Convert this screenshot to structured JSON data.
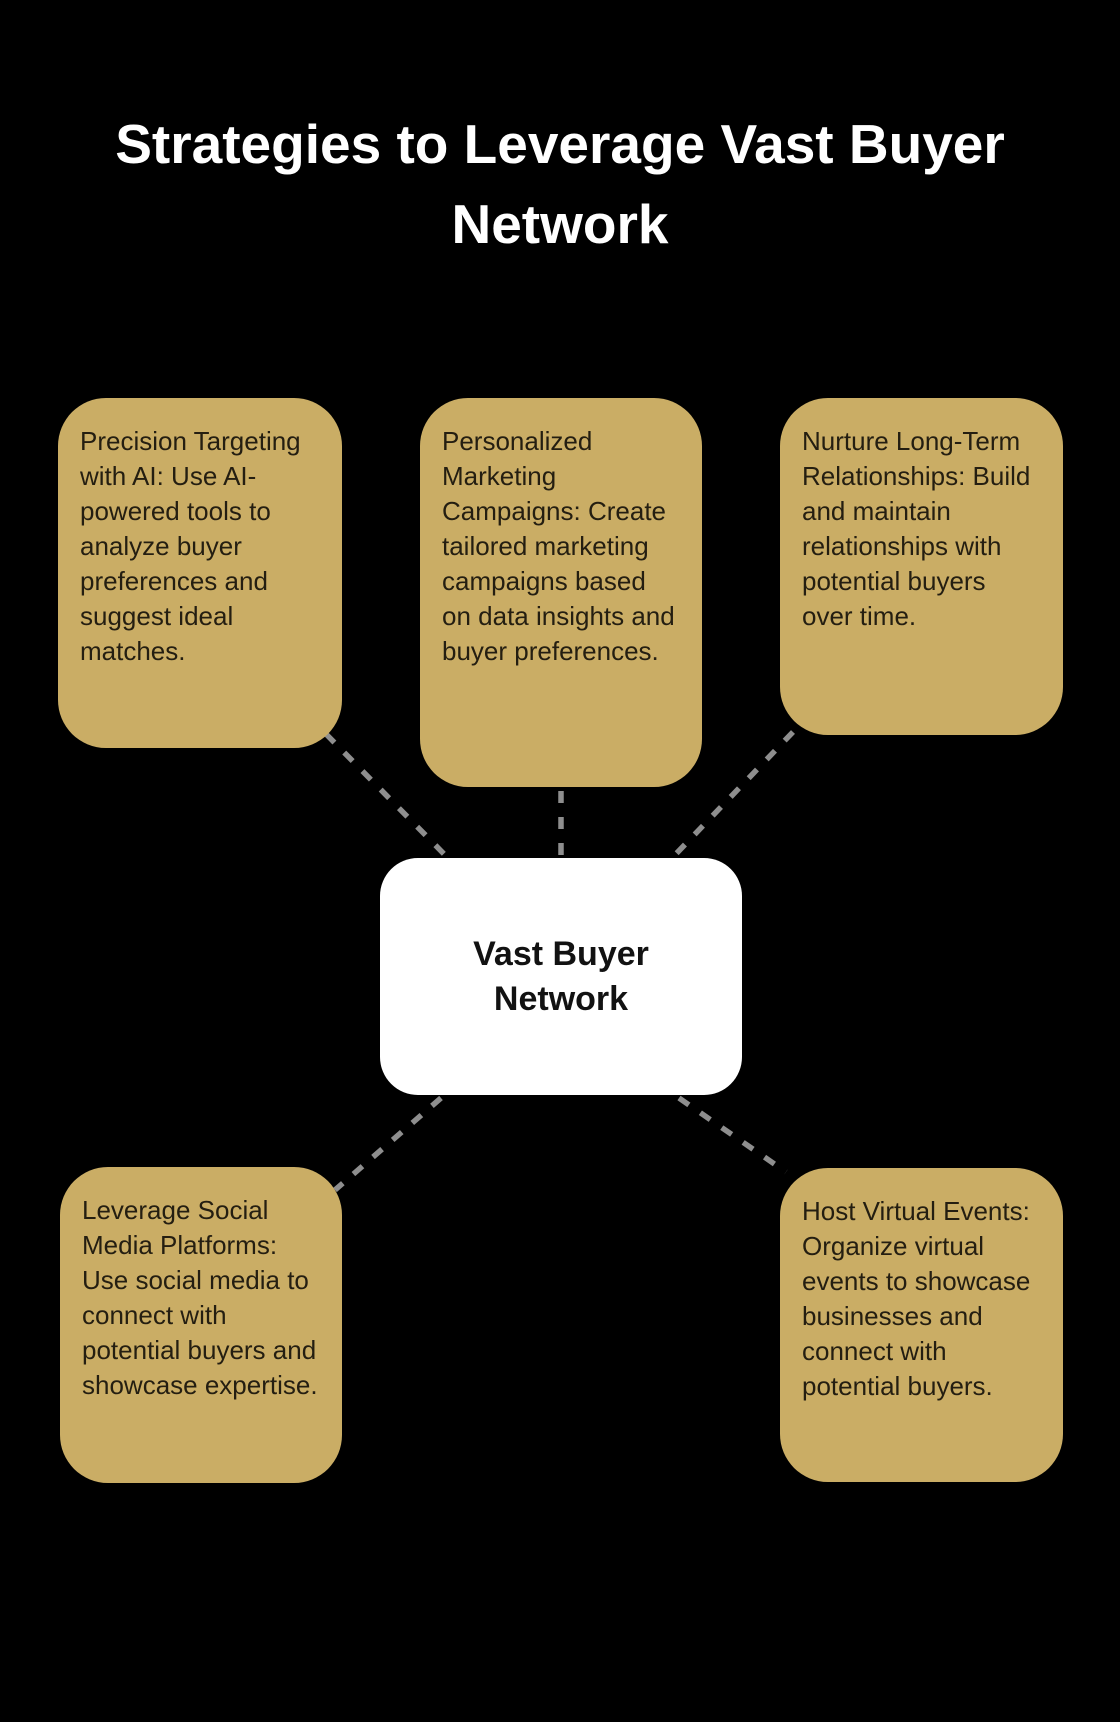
{
  "title": "Strategies to Leverage Vast Buyer Network",
  "center_node": {
    "label": "Vast Buyer Network"
  },
  "strategy_boxes": [
    {
      "id": "precision-targeting-ai",
      "position": "top-left",
      "text": "Precision Targeting with AI: Use AI-powered tools to analyze buyer preferences and suggest ideal matches."
    },
    {
      "id": "personalized-marketing-campaigns",
      "position": "top-center",
      "text": "Personalized Marketing Campaigns: Create tailored marketing campaigns based on data insights and buyer preferences."
    },
    {
      "id": "nurture-long-term-relationships",
      "position": "top-right",
      "text": "Nurture Long-Term Relationships: Build and maintain relationships with potential buyers over time."
    },
    {
      "id": "leverage-social-media",
      "position": "bottom-left",
      "text": "Leverage Social Media Platforms: Use social media to connect with potential buyers and showcase expertise."
    },
    {
      "id": "host-virtual-events",
      "position": "bottom-right",
      "text": "Host Virtual Events: Organize virtual events to showcase businesses and connect with potential buyers."
    }
  ],
  "colors": {
    "background": "#000000",
    "box_fill": "#caad65",
    "box_text": "#241e11",
    "center_fill": "#ffffff",
    "center_text": "#121212",
    "title_text": "#ffffff",
    "connector": "#8e8e8e"
  }
}
